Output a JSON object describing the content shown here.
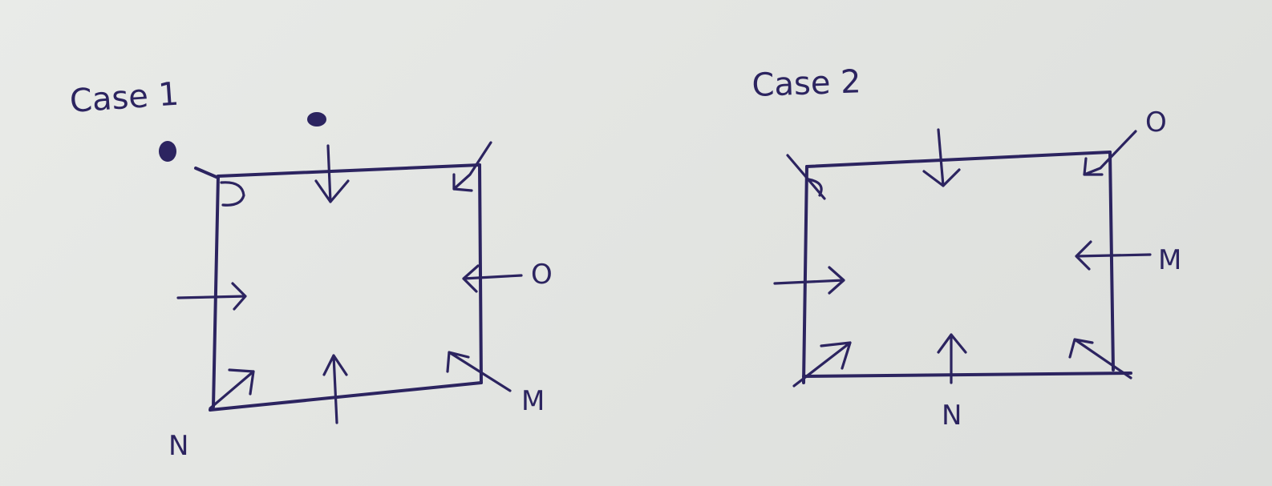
{
  "cases": [
    {
      "title": "Case 1",
      "labels": {
        "o": "O",
        "m": "M",
        "n": "N"
      }
    },
    {
      "title": "Case 2",
      "labels": {
        "o": "O",
        "m": "M",
        "n": "N"
      }
    }
  ],
  "ink_color": "#2c2460",
  "paper_color": "#e4e6e3"
}
